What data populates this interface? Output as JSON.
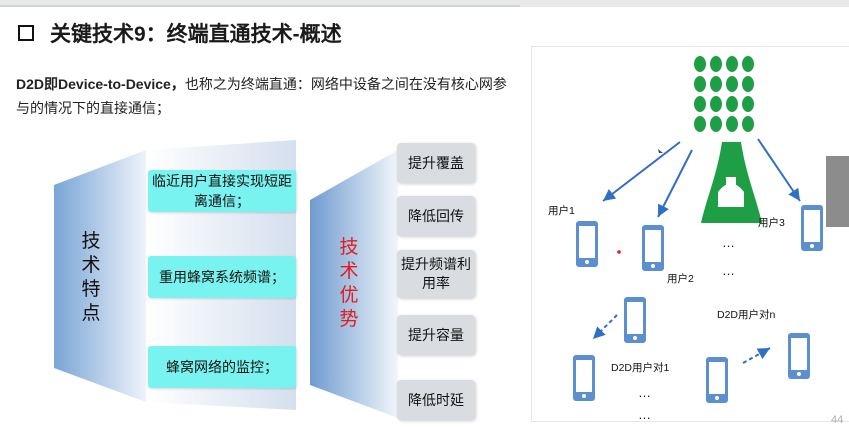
{
  "slide": {
    "title": "关键技术9：终端直通技术-概述",
    "intro_bold": "D2D即Device-to-Device，",
    "intro_rest": "也称之为终端直通：网络中设备之间在没有核心网参与的情况下的直接通信；",
    "page_number": "44"
  },
  "features": {
    "label": "技术特点",
    "items": [
      "临近用户直接实现短距离通信；",
      "重用蜂窝系统频谱；",
      "蜂窝网络的监控；"
    ]
  },
  "advantages": {
    "label": "技术优势",
    "items": [
      "提升覆盖",
      "降低回传",
      "提升频谱利用率",
      "提升容量",
      "降低时延"
    ]
  },
  "diagram": {
    "user1": "用户1",
    "user2": "用户2",
    "user3": "用户3",
    "pair1": "D2D用户对1",
    "pairn": "D2D用户对n",
    "ellipsis": "…",
    "colors": {
      "tower": "#1e9e45",
      "arrow": "#2f6fc4",
      "phone": "#5b8fd0"
    }
  }
}
